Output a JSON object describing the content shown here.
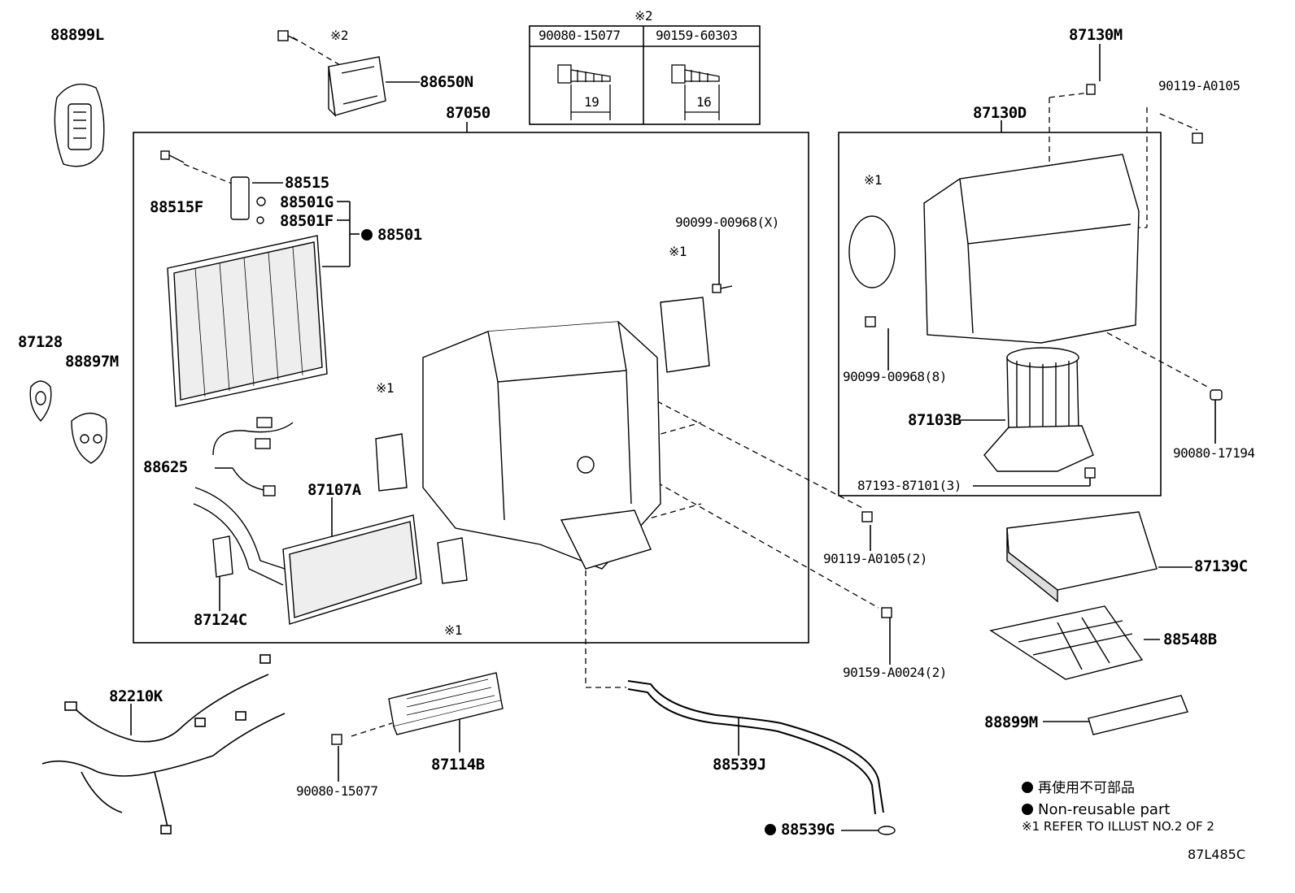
{
  "callouts": {
    "p88899L": "88899L",
    "p88650N": "88650N",
    "p87050": "87050",
    "p88515": "88515",
    "p88515F": "88515F",
    "p88501G": "88501G",
    "p88501F": "88501F",
    "p88501": "88501",
    "p87128": "87128",
    "p88897M": "88897M",
    "p88625": "88625",
    "p87107A": "87107A",
    "p87124C": "87124C",
    "p90099_00968X": "90099-00968(X)",
    "p87130M": "87130M",
    "p90119_A0105": "90119-A0105",
    "p87130D": "87130D",
    "p90099_00968_8": "90099-00968(8)",
    "p87103B": "87103B",
    "p90080_17194": "90080-17194",
    "p87193_87101_3": "87193-87101(3)",
    "p90119_A0105_2": "90119-A0105(2)",
    "p87139C": "87139C",
    "p90159_A0024_2": "90159-A0024(2)",
    "p88548B": "88548B",
    "p88899M": "88899M",
    "p82210K": "82210K",
    "p87114B": "87114B",
    "p90080_15077": "90080-15077",
    "p88539J": "88539J",
    "p88539G": "88539G"
  },
  "marks": {
    "ref1": "※1",
    "ref2": "※2"
  },
  "screw_table": {
    "header": "※2",
    "col1": "90080-15077",
    "col2": "90159-60303",
    "len1": "19",
    "len2": "16"
  },
  "legend": {
    "line1": "再使用不可部品",
    "line2": "Non-reusable part",
    "line3": "※1 REFER TO ILLUST NO.2 OF 2"
  },
  "figure_code": "87L485C"
}
